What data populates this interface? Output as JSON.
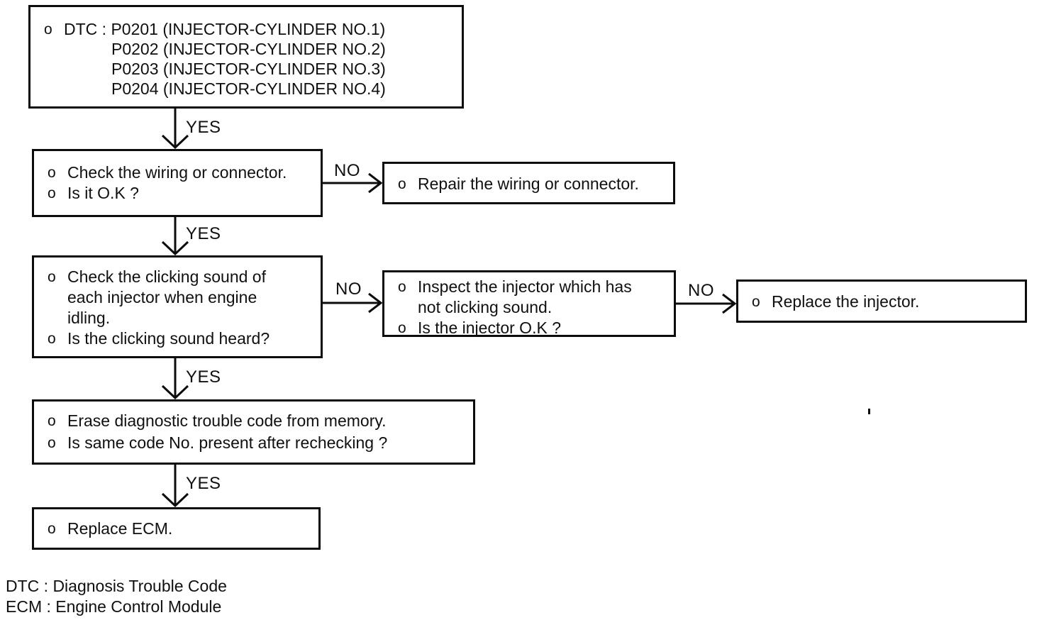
{
  "diagram": {
    "type": "flowchart",
    "bullet": "o",
    "ink_color": "#0c0c0c",
    "background_color": "#ffffff",
    "nodes": {
      "dtc": {
        "line1": "DTC : P0201 (INJECTOR-CYLINDER NO.1)",
        "line2": "P0202 (INJECTOR-CYLINDER NO.2)",
        "line3": "P0203 (INJECTOR-CYLINDER NO.3)",
        "line4": "P0204 (INJECTOR-CYLINDER NO.4)"
      },
      "check_wiring": {
        "items": [
          "Check the wiring or connector.",
          "Is it O.K ?"
        ]
      },
      "repair_wiring": {
        "items": [
          "Repair the wiring or connector."
        ]
      },
      "check_clicking": {
        "items": [
          "Check the clicking sound of each injector when engine idling.",
          "Is the clicking sound heard?"
        ]
      },
      "inspect_injector": {
        "items": [
          "Inspect the injector which has not clicking sound.",
          "Is the injector O.K ?"
        ]
      },
      "replace_injector": {
        "items": [
          "Replace the injector."
        ]
      },
      "erase_dtc": {
        "items": [
          "Erase diagnostic trouble code from memory.",
          "Is same code No. present after rechecking ?"
        ]
      },
      "replace_ecm": {
        "items": [
          "Replace ECM."
        ]
      }
    },
    "labels": {
      "yes1": "YES",
      "yes2": "YES",
      "yes3": "YES",
      "yes4": "YES",
      "no1": "NO",
      "no2": "NO",
      "no3": "NO"
    },
    "legend": {
      "line1": "DTC : Diagnosis Trouble Code",
      "line2": "ECM : Engine Control Module"
    }
  }
}
